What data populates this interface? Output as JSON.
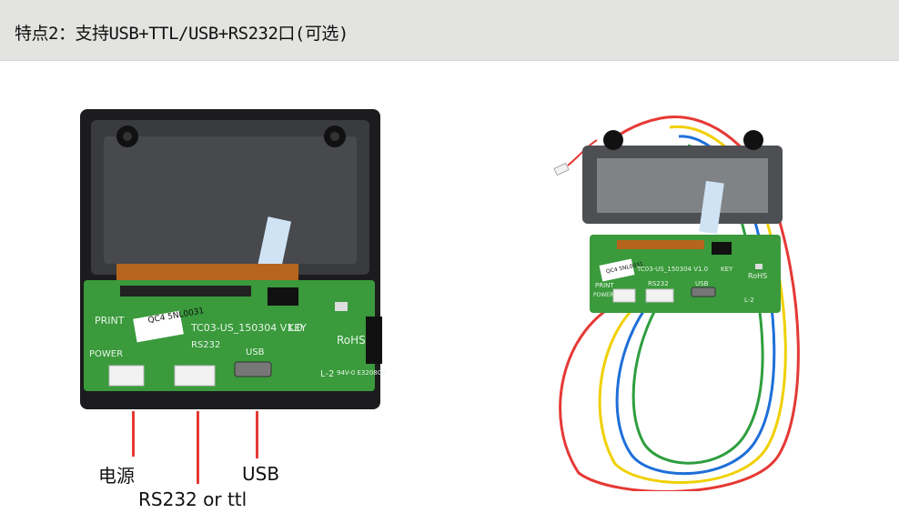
{
  "header": {
    "title": "特点2：支持USB+TTL/USB+RS232口(可选)"
  },
  "left_photo": {
    "pcb_silkscreen": {
      "model": "TC03-US_150304 V1.0",
      "key": "KEY",
      "print": "PRINT",
      "power": "POWER",
      "rs232": "RS232",
      "usb": "USB",
      "rohs": "RoHS",
      "sticker": "QC4 5NL0031",
      "cert": "L-2",
      "cert_code": "94V-0 E320803"
    }
  },
  "right_photo": {
    "pcb_silkscreen": {
      "model": "TC03-US_150304 V1.0",
      "key": "KEY",
      "print": "PRINT",
      "power": "POWER",
      "rs232": "RS232",
      "usb": "USB",
      "rohs": "RoHS",
      "sticker": "QC4 5NL0031",
      "cert": "L-2"
    }
  },
  "callouts": {
    "power_label": "电源",
    "serial_label": "RS232 or ttl",
    "usb_label": "USB"
  },
  "colors": {
    "header_bg": "#e3e3e1",
    "pcb_green": "#3a9a3c",
    "callout_line": "#e53935",
    "wire_red": "#e53935",
    "wire_yellow": "#f0d000",
    "wire_blue": "#1e6fd9",
    "wire_green": "#2e9e3e"
  }
}
